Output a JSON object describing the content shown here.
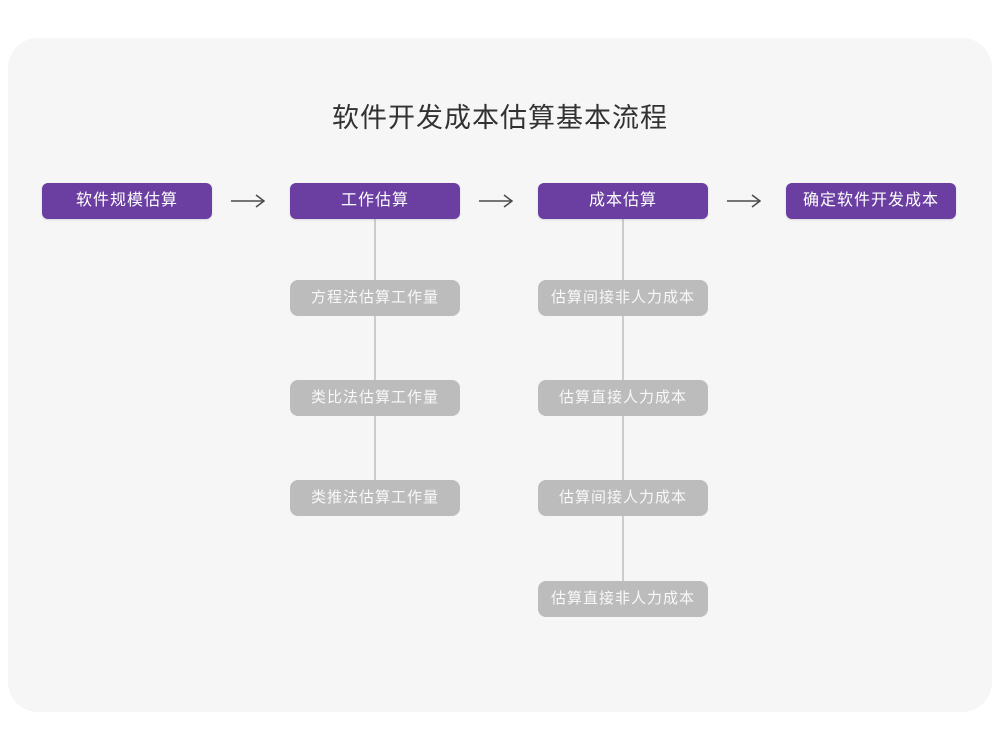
{
  "page": {
    "title": "软件开发成本估算基本流程"
  },
  "colors": {
    "primary": "#6b3fa1",
    "secondary": "#bcbcbc",
    "connector": "#cccccc",
    "arrow": "#4a4a4a",
    "card_bg": "#f6f6f7"
  },
  "flow": {
    "main": [
      {
        "label": "软件规模估算"
      },
      {
        "label": "工作估算"
      },
      {
        "label": "成本估算"
      },
      {
        "label": "确定软件开发成本"
      }
    ],
    "work_estimation_methods": [
      {
        "label": "方程法估算工作量"
      },
      {
        "label": "类比法估算工作量"
      },
      {
        "label": "类推法估算工作量"
      }
    ],
    "cost_estimation_steps": [
      {
        "label": "估算间接非人力成本"
      },
      {
        "label": "估算直接人力成本"
      },
      {
        "label": "估算间接人力成本"
      },
      {
        "label": "估算直接非人力成本"
      }
    ]
  }
}
